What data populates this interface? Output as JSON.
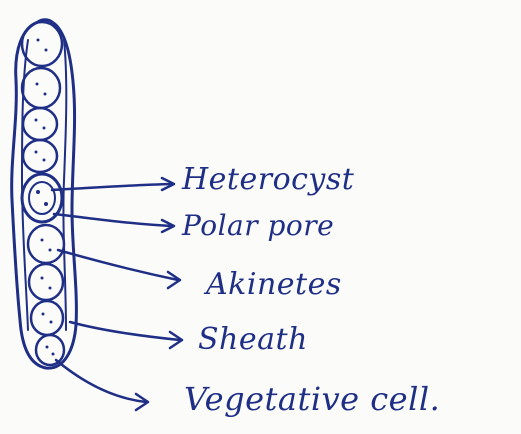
{
  "labels": {
    "heterocyst": "Heterocyst",
    "polar_pore": "Polar pore",
    "akinetes": "Akinetes",
    "sheath": "Sheath",
    "vegetative_cell": "Vegetative cell."
  },
  "colors": {
    "ink": "#1f2f86",
    "paper": "#fbfbf9"
  }
}
